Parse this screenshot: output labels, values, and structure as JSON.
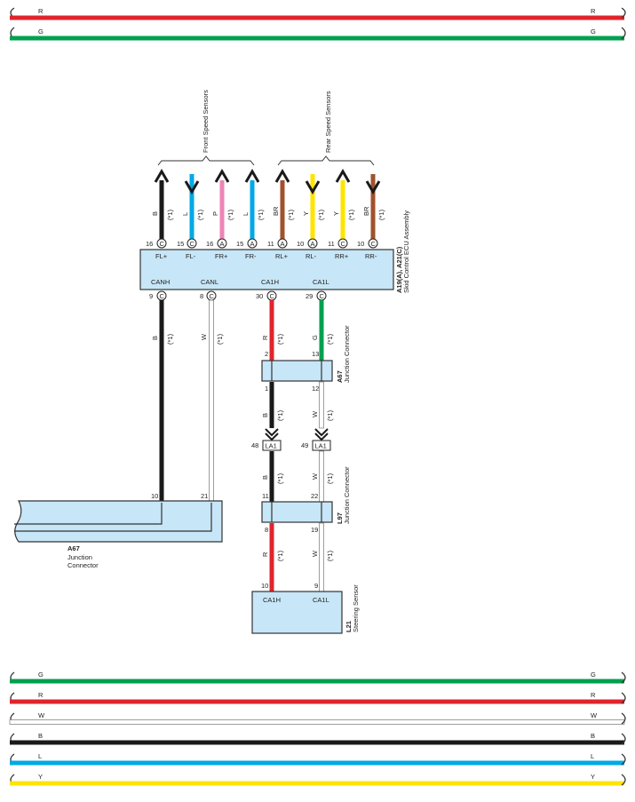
{
  "colors": {
    "R": "#e0242b",
    "G": "#00a04f",
    "W": "#ffffff",
    "B": "#1a1a1a",
    "L": "#00a9e6",
    "Y": "#ffe400",
    "P": "#ee84b6",
    "BR": "#a0522d",
    "box_fill": "#c7e6f7"
  },
  "top_bus": [
    {
      "label": "R",
      "color": "R"
    },
    {
      "label": "G",
      "color": "G"
    }
  ],
  "bottom_bus": [
    {
      "label": "G",
      "color": "G"
    },
    {
      "label": "R",
      "color": "R"
    },
    {
      "label": "W",
      "color": "W"
    },
    {
      "label": "B",
      "color": "B"
    },
    {
      "label": "L",
      "color": "L"
    },
    {
      "label": "Y",
      "color": "Y"
    }
  ],
  "groups": {
    "front": "Front Speed Sensors",
    "rear": "Rear Speed Sensors"
  },
  "ecu": {
    "id": "A19(A), A21(C)",
    "name": "Skid Control ECU Assembly",
    "top_pins": [
      {
        "pin": "16",
        "conn": "C",
        "label": "FL+",
        "wire": "B",
        "color": "B",
        "note": "(*1)"
      },
      {
        "pin": "15",
        "conn": "C",
        "label": "FL-",
        "wire": "L",
        "color": "L",
        "note": "(*1)"
      },
      {
        "pin": "16",
        "conn": "A",
        "label": "FR+",
        "wire": "P",
        "color": "P",
        "note": "(*1)"
      },
      {
        "pin": "15",
        "conn": "A",
        "label": "FR-",
        "wire": "L",
        "color": "L",
        "note": "(*1)"
      },
      {
        "pin": "11",
        "conn": "A",
        "label": "RL+",
        "wire": "BR",
        "color": "BR",
        "note": "(*1)"
      },
      {
        "pin": "10",
        "conn": "A",
        "label": "RL-",
        "wire": "Y",
        "color": "Y",
        "note": "(*1)"
      },
      {
        "pin": "11",
        "conn": "C",
        "label": "RR+",
        "wire": "Y",
        "color": "Y",
        "note": "(*1)"
      },
      {
        "pin": "10",
        "conn": "C",
        "label": "RR-",
        "wire": "BR",
        "color": "BR",
        "note": "(*1)"
      }
    ],
    "bottom_pins": [
      {
        "pin": "9",
        "conn": "C",
        "label": "CANH",
        "wire": "B",
        "color": "B",
        "note": "(*1)"
      },
      {
        "pin": "8",
        "conn": "C",
        "label": "CANL",
        "wire": "W",
        "color": "W",
        "note": "(*1)"
      },
      {
        "pin": "30",
        "conn": "C",
        "label": "CA1H",
        "wire": "R",
        "color": "R",
        "note": "(*1)"
      },
      {
        "pin": "29",
        "conn": "C",
        "label": "CA1L",
        "wire": "G",
        "color": "G",
        "note": "(*1)"
      }
    ]
  },
  "a67_small": {
    "id": "A67",
    "name": "Junction Connector",
    "pins_in": [
      "2",
      "13"
    ],
    "pins_out": [
      "1",
      "12"
    ],
    "wires_out": [
      {
        "wire": "B",
        "color": "B",
        "note": "(*1)"
      },
      {
        "wire": "W",
        "color": "W",
        "note": "(*1)"
      }
    ]
  },
  "la1": {
    "label": "LA1",
    "pins": [
      "48",
      "49"
    ]
  },
  "l97": {
    "id": "L97",
    "name": "Junction Connector",
    "pins_in": [
      "11",
      "22"
    ],
    "pins_out": [
      "8",
      "19"
    ],
    "wires_in": [
      {
        "wire": "B",
        "color": "B",
        "note": "(*1)"
      },
      {
        "wire": "W",
        "color": "W",
        "note": "(*1)"
      }
    ],
    "wires_out": [
      {
        "wire": "R",
        "color": "R",
        "note": "(*1)"
      },
      {
        "wire": "W",
        "color": "W",
        "note": "(*1)"
      }
    ]
  },
  "a67_large": {
    "id": "A67",
    "name": "Junction Connector",
    "pins": [
      "10",
      "21"
    ]
  },
  "l21": {
    "id": "L21",
    "name": "Steering Sensor",
    "pins": [
      "10",
      "9"
    ],
    "labels": [
      "CA1H",
      "CA1L"
    ]
  }
}
